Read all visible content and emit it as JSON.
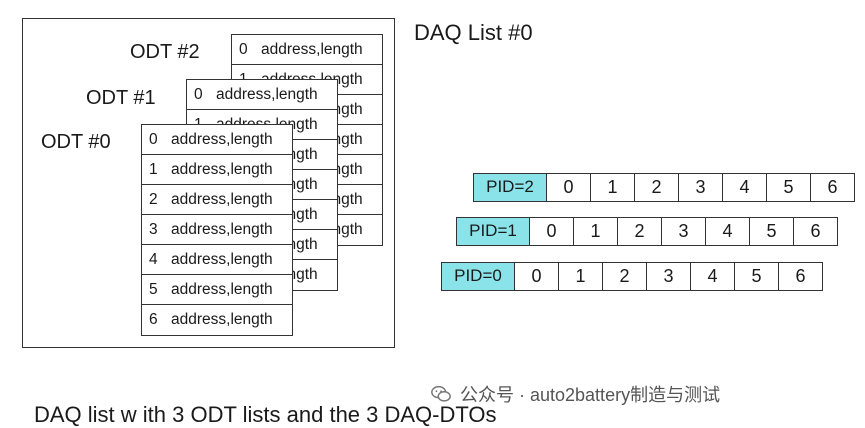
{
  "title": "DAQ List #0",
  "odts": [
    {
      "label": "ODT #2",
      "rows": [
        "address,length",
        "address,length",
        "address,length",
        "address,length",
        "address,length",
        "address,length",
        "address,length"
      ]
    },
    {
      "label": "ODT #1",
      "rows": [
        "address,length",
        "address,length",
        "address,length",
        "address,length",
        "address,length",
        "address,length",
        "address,length"
      ]
    },
    {
      "label": "ODT #0",
      "rows": [
        "address,length",
        "address,length",
        "address,length",
        "address,length",
        "address,length",
        "address,length",
        "address,length"
      ]
    }
  ],
  "row_indices": [
    "0",
    "1",
    "2",
    "3",
    "4",
    "5",
    "6"
  ],
  "dtos": [
    {
      "pid": "PID=2",
      "cells": [
        "0",
        "1",
        "2",
        "3",
        "4",
        "5",
        "6"
      ]
    },
    {
      "pid": "PID=1",
      "cells": [
        "0",
        "1",
        "2",
        "3",
        "4",
        "5",
        "6"
      ]
    },
    {
      "pid": "PID=0",
      "cells": [
        "0",
        "1",
        "2",
        "3",
        "4",
        "5",
        "6"
      ]
    }
  ],
  "caption": "DAQ list w ith 3 ODT lists and the 3 DAQ-DTOs",
  "watermark": {
    "text": "公众号 · auto2battery制造与测试",
    "icon": "wechat-icon"
  },
  "colors": {
    "pid_fill": "#8be3ea",
    "line": "#333333"
  }
}
